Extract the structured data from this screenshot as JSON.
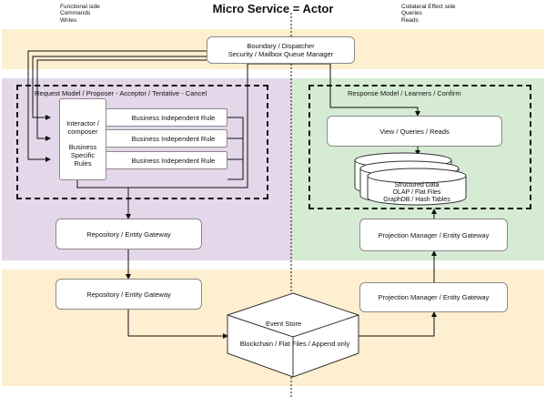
{
  "title": "Micro Service = Actor",
  "left_header": [
    "Functional side",
    "Commands",
    "Writes"
  ],
  "right_header": [
    "Collateral Effect side",
    "Queries",
    "Reads"
  ],
  "boundary": [
    "Boundary / Dispatcher",
    "Security / Mailbox Queue Manager"
  ],
  "request_model": "Request Model /  Proposer - Acceptor / Tentative - Cancel",
  "response_model": "Response Model /  Learners / Confirm",
  "interactor": [
    "Interactor /",
    "composer"
  ],
  "business_specific": [
    "Business",
    "Specific",
    "Rules"
  ],
  "rules": [
    "Business Independent Rule",
    "Business Independent Rule",
    "Business Independent Rule"
  ],
  "view": "View / Queries / Reads",
  "structured": [
    "Structured Data",
    "OLAP / Flat Files",
    "GraphDB / Hash Tables"
  ],
  "repo_upper": "Repository / Entity Gateway",
  "repo_lower": "Repository / Entity Gateway",
  "proj_upper": "Projection Manager / Entity Gateway",
  "proj_lower": "Projection Manager / Entity Gateway",
  "event_store": "Event  Store",
  "blockchain": "Blockchain / Flat Files / Append only",
  "colors": {
    "yellow_band": "#fdefcf",
    "purple": "#e4d7ea",
    "green": "#d6ebd4",
    "line": "#111111"
  }
}
